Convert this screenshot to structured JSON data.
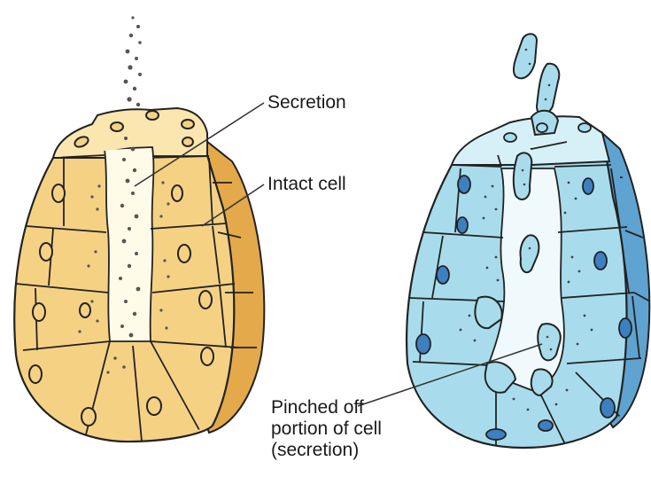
{
  "labels": {
    "secretion": "Secretion",
    "intact_cell": "Intact cell",
    "pinched_line1": "Pinched off",
    "pinched_line2": "portion of cell",
    "pinched_line3": "(secretion)"
  },
  "colors": {
    "merocrine_fill": "#f5d184",
    "merocrine_light": "#fbe6b0",
    "merocrine_side": "#e4a94a",
    "merocrine_lumen": "#fffbe8",
    "apocrine_fill": "#a8dcec",
    "apocrine_light": "#d6f0f8",
    "apocrine_side": "#5fa3d0",
    "apocrine_lumen": "#f0fafd",
    "apocrine_nucleus": "#3d7fc0",
    "outline": "#222222"
  }
}
